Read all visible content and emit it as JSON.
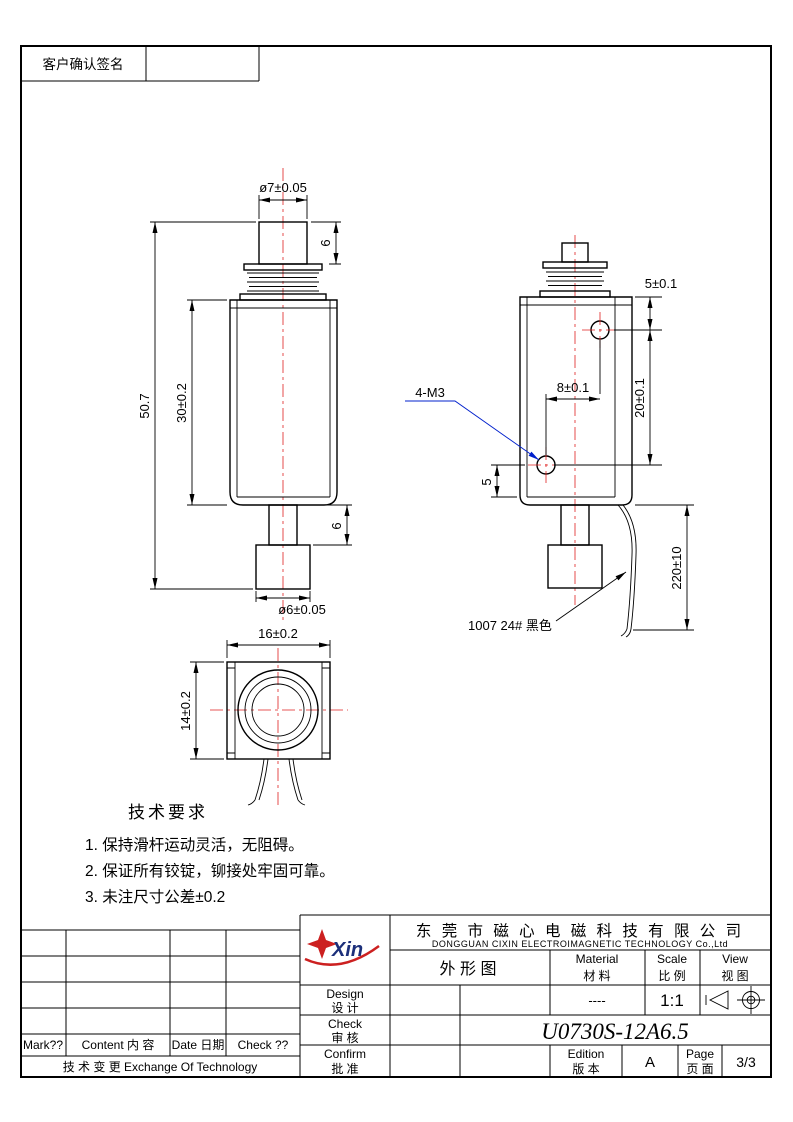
{
  "sheet": {
    "customer_sign_label": "客户确认签名"
  },
  "drawing": {
    "front_view": {
      "dia_top": "ø7±0.05",
      "stroke_top": "6",
      "overall_height": "50.7",
      "body_height": "30±0.2",
      "stroke_bottom": "6",
      "dia_bottom": "ø6±0.05"
    },
    "side_view": {
      "edge_to_hole": "5±0.1",
      "hole_pitch_vertical": "20±0.1",
      "hole_pitch_horizontal": "8±0.1",
      "thread_callout": "4-M3",
      "hole_to_base": "5",
      "lead_length": "220±10",
      "lead_spec": "1007 24# 黑色"
    },
    "bottom_view": {
      "width": "16±0.2",
      "depth": "14±0.2"
    }
  },
  "tech_requirements": {
    "title": "技术要求",
    "items": [
      "1. 保持滑杆运动灵活，无阻碍。",
      "2. 保证所有铰锭，铆接处牢固可靠。",
      "3. 未注尺寸公差±0.2"
    ]
  },
  "revision_table": {
    "mark_label": "Mark??",
    "content_label": "Content 内 容",
    "date_label": "Date 日期",
    "check_label": "Check ??",
    "exchange_label": "技 术 变 更  Exchange Of Technology"
  },
  "title_block": {
    "logo_text": "Xin",
    "company_cn": "东 莞 市 磁 心 电 磁 科 技 有 限 公 司",
    "company_en": "DONGGUAN  CIXIN  ELECTROIMAGNETIC  TECHNOLOGY  Co.,Ltd",
    "drawing_title": "外 形 图",
    "material_en": "Material",
    "material_cn": "材 料",
    "material_value": "----",
    "scale_en": "Scale",
    "scale_cn": "比 例",
    "scale_value": "1:1",
    "view_en": "View",
    "view_cn": "视 图",
    "design_en": "Design",
    "design_cn": "设 计",
    "check_en": "Check",
    "check_cn": "审 核",
    "confirm_en": "Confirm",
    "confirm_cn": "批 准",
    "part_number": "U0730S-12A6.5",
    "edition_en": "Edition",
    "edition_cn": "版 本",
    "edition_value": "A",
    "page_en": "Page",
    "page_cn": "页 面",
    "page_value": "3/3"
  }
}
